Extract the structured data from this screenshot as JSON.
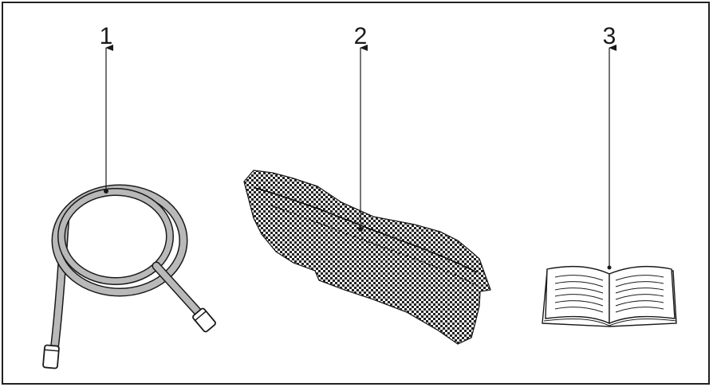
{
  "callouts": [
    {
      "number": "1",
      "item": "hose"
    },
    {
      "number": "2",
      "item": "filter-mat"
    },
    {
      "number": "3",
      "item": "manual"
    }
  ],
  "colors": {
    "frame": "#222222",
    "hose_fill": "#b9b9b9",
    "hose_outline": "#1a1a1a",
    "mat_dark": "#222222",
    "mat_light": "#ffffff",
    "line": "#1a1a1a"
  }
}
